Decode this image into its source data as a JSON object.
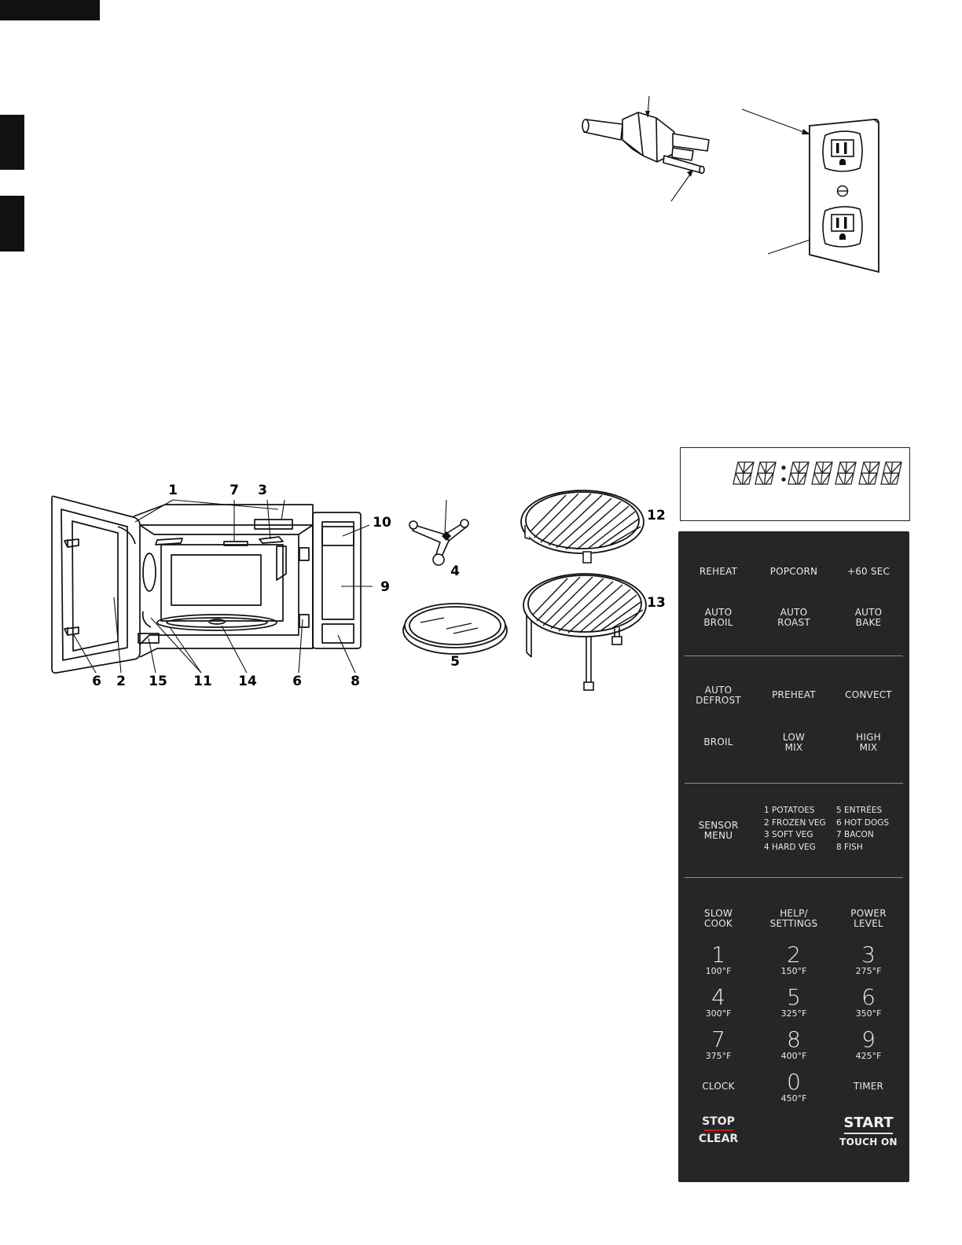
{
  "callouts": {
    "c1": "1",
    "c7": "7",
    "c3": "3",
    "c10": "10",
    "c9": "9",
    "c6a": "6",
    "c2": "2",
    "c15": "15",
    "c11": "11",
    "c14": "14",
    "c6b": "6",
    "c8": "8",
    "c4": "4",
    "c5": "5",
    "c12": "12",
    "c13": "13"
  },
  "control_panel": {
    "row1": [
      "REHEAT",
      "POPCORN",
      "+60 SEC"
    ],
    "row2": [
      "AUTO\nBROIL",
      "AUTO\nROAST",
      "AUTO\nBAKE"
    ],
    "row3": [
      "AUTO\nDEFROST",
      "PREHEAT",
      "CONVECT"
    ],
    "row4": [
      "BROIL",
      "LOW\nMIX",
      "HIGH\nMIX"
    ],
    "sensor_menu": "SENSOR\nMENU",
    "sensor_list_left": "1 POTATOES\n2 FROZEN VEG\n3 SOFT VEG\n4 HARD VEG",
    "sensor_list_right": "5 ENTRÉES\n6 HOT DOGS\n7 BACON\n8 FISH",
    "row5": [
      "SLOW\nCOOK",
      "HELP/\nSETTINGS",
      "POWER\nLEVEL"
    ],
    "numbers": [
      {
        "digit": "1",
        "temp": "100°F"
      },
      {
        "digit": "2",
        "temp": "150°F"
      },
      {
        "digit": "3",
        "temp": "275°F"
      },
      {
        "digit": "4",
        "temp": "300°F"
      },
      {
        "digit": "5",
        "temp": "325°F"
      },
      {
        "digit": "6",
        "temp": "350°F"
      },
      {
        "digit": "7",
        "temp": "375°F"
      },
      {
        "digit": "8",
        "temp": "400°F"
      },
      {
        "digit": "9",
        "temp": "425°F"
      },
      {
        "digit": "0",
        "temp": "450°F"
      }
    ],
    "clock": "CLOCK",
    "timer": "TIMER",
    "stop": "STOP",
    "clear": "CLEAR",
    "start": "START",
    "touch_on": "TOUCH ON"
  },
  "colors": {
    "panel": "#262626",
    "key_text": "#e9e9e9",
    "stop_accent": "#c11a1a"
  }
}
